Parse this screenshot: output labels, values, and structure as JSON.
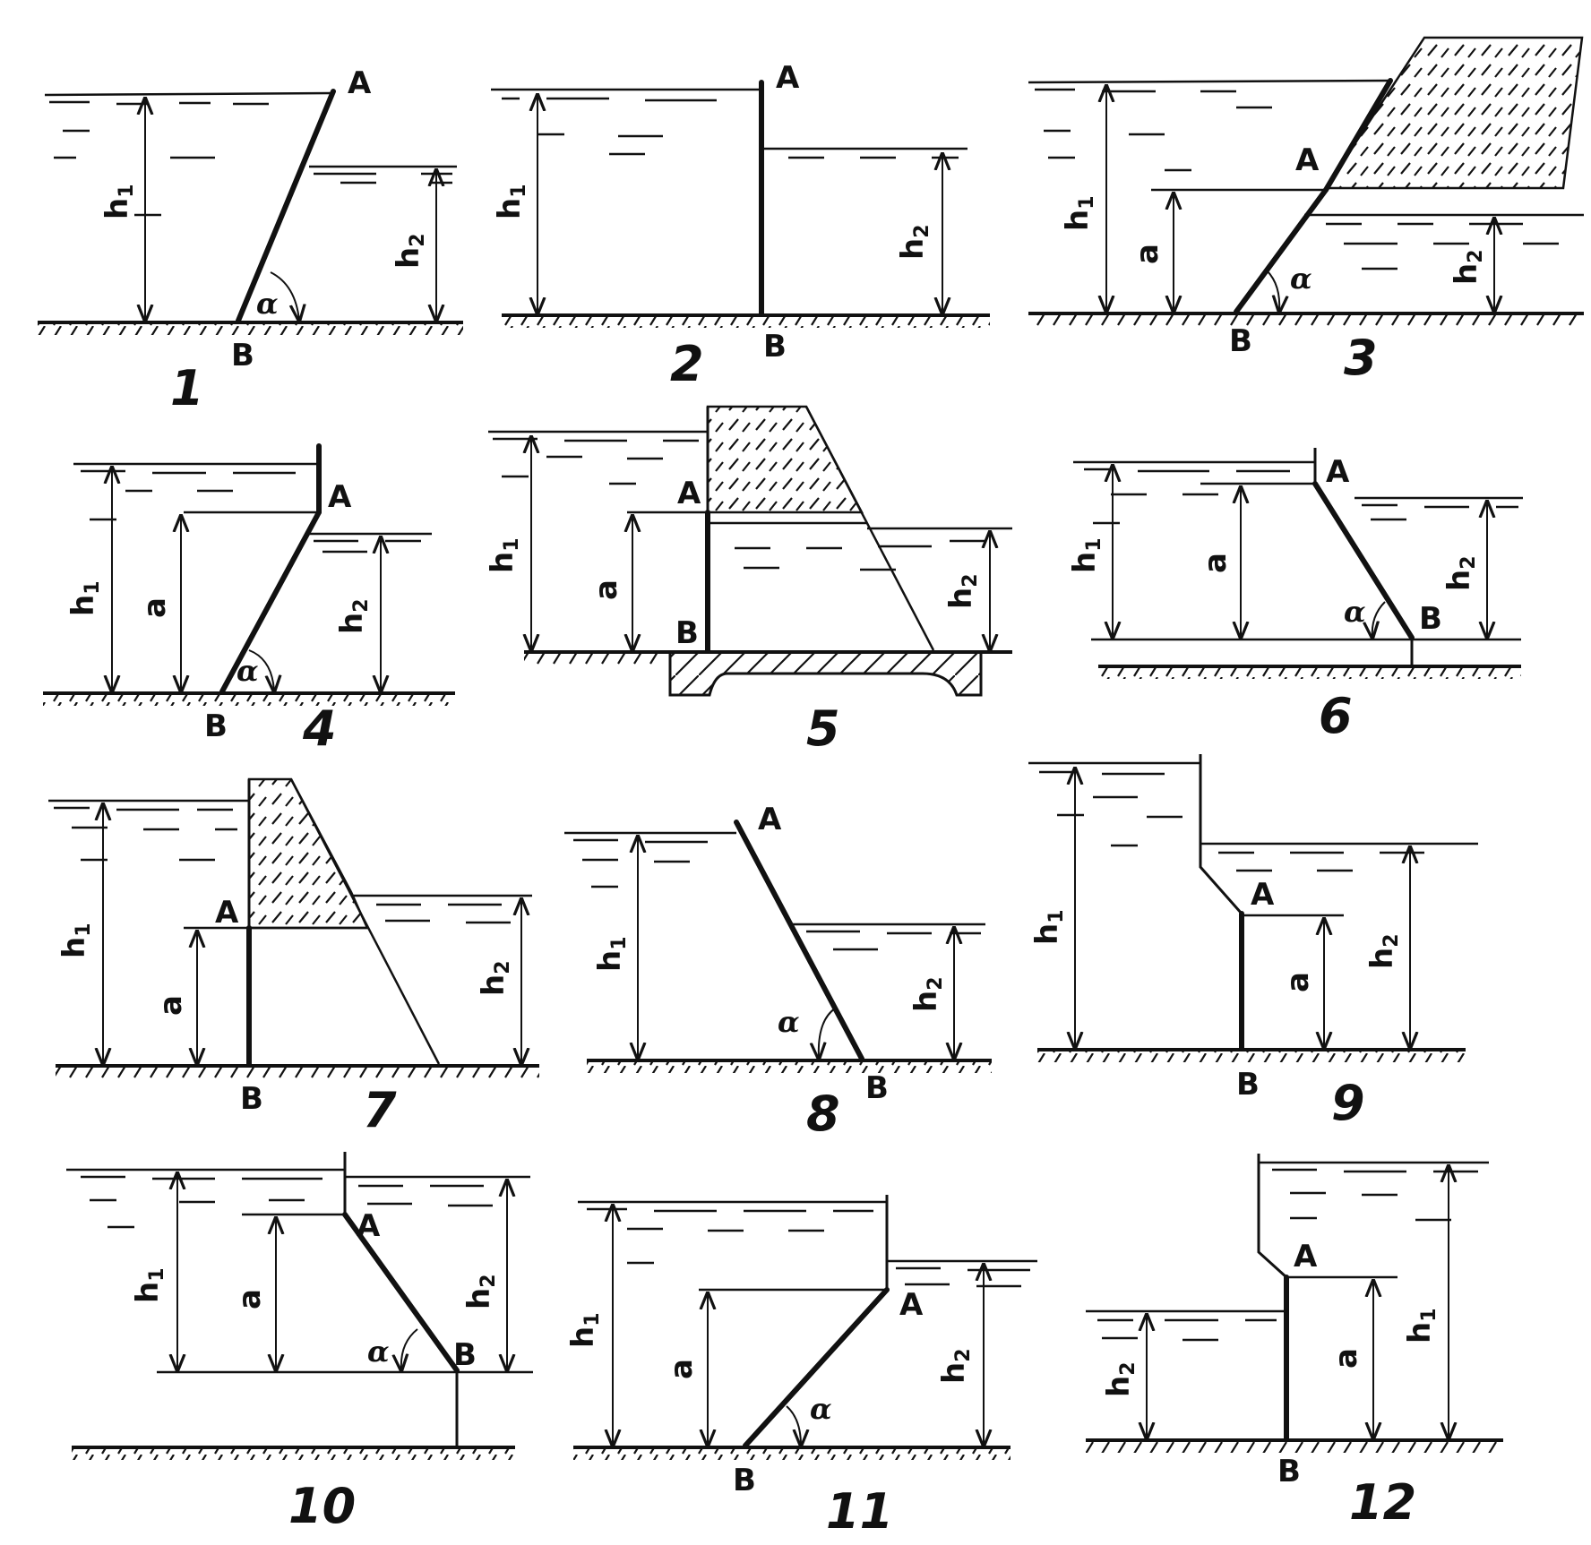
{
  "symbols": {
    "point_a": "A",
    "point_b": "B",
    "h_letter": "h",
    "sub_1": "1",
    "sub_2": "2",
    "gate_depth": "a",
    "angle": "α"
  },
  "panels": [
    {
      "number": "1"
    },
    {
      "number": "2"
    },
    {
      "number": "3"
    },
    {
      "number": "4"
    },
    {
      "number": "5"
    },
    {
      "number": "6"
    },
    {
      "number": "7"
    },
    {
      "number": "8"
    },
    {
      "number": "9"
    },
    {
      "number": "10"
    },
    {
      "number": "11"
    },
    {
      "number": "12"
    }
  ],
  "colors": {
    "ink": "#111111",
    "paper": "#ffffff"
  }
}
